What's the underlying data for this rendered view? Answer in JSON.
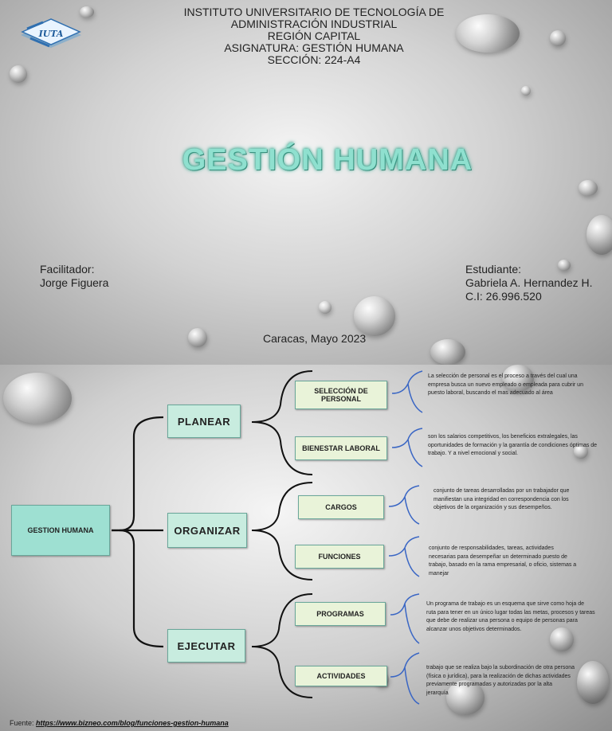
{
  "slide1": {
    "header_lines": [
      "INSTITUTO UNIVERSITARIO DE TECNOLOGÍA DE",
      "ADMINISTRACIÓN INDUSTRIAL",
      "REGIÓN CAPITAL",
      "ASIGNATURA: GESTIÓN HUMANA",
      "SECCIÓN: 224-A4"
    ],
    "logo_text": "IUTA",
    "title": "GESTIÓN HUMANA",
    "facilitator_label": "Facilitador:",
    "facilitator_name": "Jorge Figuera",
    "student_label": "Estudiante:",
    "student_name": "Gabriela A. Hernandez H.",
    "student_id": "C.I: 26.996.520",
    "place_date": "Caracas, Mayo 2023"
  },
  "slide2": {
    "root": "GESTION HUMANA",
    "branches": [
      {
        "label": "PLANEAR",
        "items": [
          {
            "label": "SELECCIÓN DE PERSONAL",
            "desc": "La selección de personal es el proceso a través del cual una empresa busca un nuevo empleado o empleada para cubrir un puesto laboral, buscando el mas adecuado al área"
          },
          {
            "label": "BIENESTAR LABORAL",
            "desc": "son los salarios competitivos, los beneficios extralegales, las oportunidades de formación y la garantía de condiciones óptimas de trabajo. Y a nivel emocional y social."
          }
        ]
      },
      {
        "label": "ORGANIZAR",
        "items": [
          {
            "label": "CARGOS",
            "desc": "conjunto de tareas desarrolladas por un trabajador que manifiestan una integridad en correspondencia con los objetivos de la organización y sus desempeños."
          },
          {
            "label": "FUNCIONES",
            "desc": "conjunto de responsabilidades, tareas, actividades necesarias para desempeñar un determinado puesto de trabajo, basado en la rama empresarial, o oficio, sistemas a manejar"
          }
        ]
      },
      {
        "label": "EJECUTAR",
        "items": [
          {
            "label": "PROGRAMAS",
            "desc": "Un programa de trabajo es un esquema que sirve como hoja de ruta para tener en un único lugar todas las metas, procesos y tareas que debe de realizar una persona o equipo de personas para alcanzar unos objetivos determinados."
          },
          {
            "label": "ACTIVIDADES",
            "desc": "trabajo que se realiza bajo la subordinación de otra persona (física o jurídica), para la realización de dichas actividades previamente programadas y autorizadas por la alta jerarquía"
          }
        ]
      }
    ],
    "source_label": "Fuente:",
    "source_link": "https://www.bizneo.com/blog/funciones-gestion-humana"
  },
  "colors": {
    "root_fill": "#9ee0d2",
    "branch_fill": "#c8ecdf",
    "item_fill": "#e9f3d9",
    "title_glow": "#8fe0cf",
    "brace_line": "#111111",
    "bracket_line": "#3a66c4"
  },
  "icons": [
    "iuta-logo-icon",
    "water-drop-decoration"
  ]
}
